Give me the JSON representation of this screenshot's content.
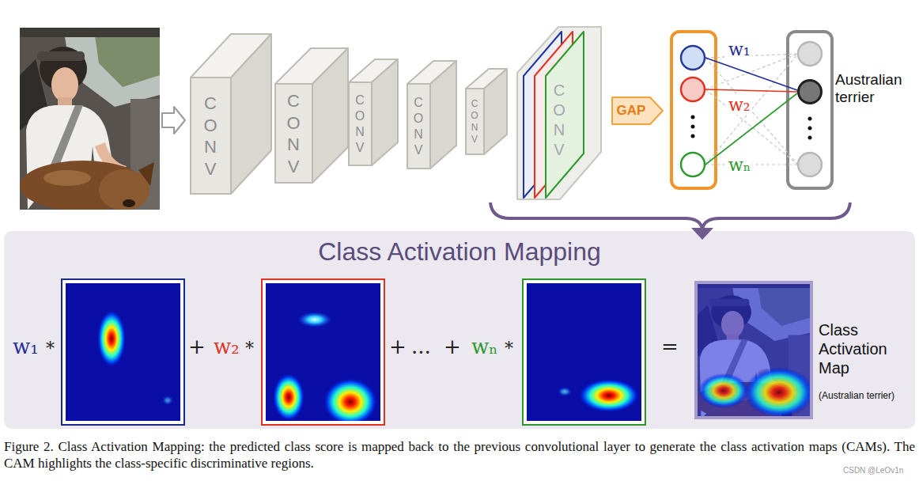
{
  "diagram": {
    "caption": "Figure 2. Class Activation Mapping: the predicted class score is mapped back to the previous convolutional layer to generate the class activation maps (CAMs). The CAM highlights the class-specific discriminative regions.",
    "nodes": [
      {
        "text": [
          "CONV"
        ]
      },
      {
        "text": [
          "CONV"
        ]
      },
      {
        "text": [
          "CONV"
        ]
      },
      {
        "text": [
          "CONV"
        ]
      },
      {
        "text": [
          "CONV"
        ]
      },
      {
        "text": [
          "CONV"
        ]
      },
      {
        "text": [
          "GAP"
        ]
      },
      {
        "text": [
          "Australian terrier"
        ]
      },
      {
        "text": [
          "Class Activation Mapping"
        ]
      },
      {
        "text": [
          "Class Activation Map",
          "(Australian terrier)"
        ],
        "in": 8
      }
    ],
    "labels": [
      "w₁",
      "w₂",
      "wₙ",
      "w₁",
      "*",
      "+",
      "w₂",
      "*",
      "+",
      "...",
      "+",
      "wₙ",
      "*",
      "=",
      "CSDN @LeOv1n"
    ]
  }
}
